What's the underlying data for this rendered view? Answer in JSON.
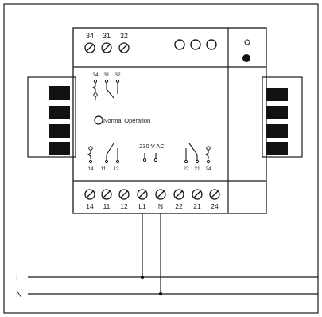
{
  "top_terminals": [
    "34",
    "31",
    "32"
  ],
  "bottom_terminals": [
    "14",
    "11",
    "12",
    "L1",
    "N",
    "22",
    "21",
    "24"
  ],
  "contact_1_labels": [
    "34",
    "31",
    "32"
  ],
  "contact_2_labels": [
    "14",
    "11",
    "12"
  ],
  "contact_3_labels": [
    "22",
    "21",
    "24"
  ],
  "indicator_label": "Normal Operation",
  "coil_label": "230 V AC",
  "line_labels": [
    "L",
    "N"
  ],
  "colors": {
    "ink": "#1a1a1a",
    "paper": "#ffffff",
    "block": "#111111"
  }
}
